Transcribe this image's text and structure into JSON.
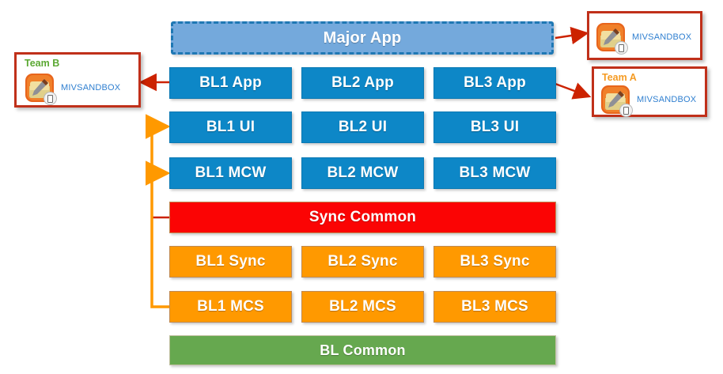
{
  "diagram": {
    "title_block": {
      "label": "Major App",
      "color": "#74a9dc"
    },
    "columns": [
      "BL1",
      "BL2",
      "BL3"
    ],
    "rows": [
      {
        "name": "app",
        "color": "#0d87c7",
        "cells": [
          "BL1 App",
          "BL2 App",
          "BL3 App"
        ]
      },
      {
        "name": "ui",
        "color": "#0d87c7",
        "cells": [
          "BL1 UI",
          "BL2 UI",
          "BL3 UI"
        ]
      },
      {
        "name": "mcw",
        "color": "#0d87c7",
        "cells": [
          "BL1 MCW",
          "BL2 MCW",
          "BL3 MCW"
        ]
      },
      {
        "name": "sync",
        "color": "#ff9900",
        "cells": [
          "BL1 Sync",
          "BL2 Sync",
          "BL3 Sync"
        ]
      },
      {
        "name": "mcs",
        "color": "#ff9900",
        "cells": [
          "BL1 MCS",
          "BL2 MCS",
          "BL3 MCS"
        ]
      }
    ],
    "sync_common": {
      "label": "Sync Common",
      "color": "#fb0404"
    },
    "bl_common": {
      "label": "BL Common",
      "color": "#66a84f"
    },
    "cards": [
      {
        "name": "top-right",
        "title": "",
        "title_color": "",
        "sandbox_label": "MIVSANDBOX"
      },
      {
        "name": "team-a",
        "title": "Team A",
        "title_color": "#f59b23",
        "sandbox_label": "MIVSANDBOX"
      },
      {
        "name": "team-b",
        "title": "Team B",
        "title_color": "#5aa832",
        "sandbox_label": "MIVSANDBOX"
      }
    ],
    "connector_colors": {
      "red": "#cc2200",
      "orange": "#ff9900"
    }
  }
}
